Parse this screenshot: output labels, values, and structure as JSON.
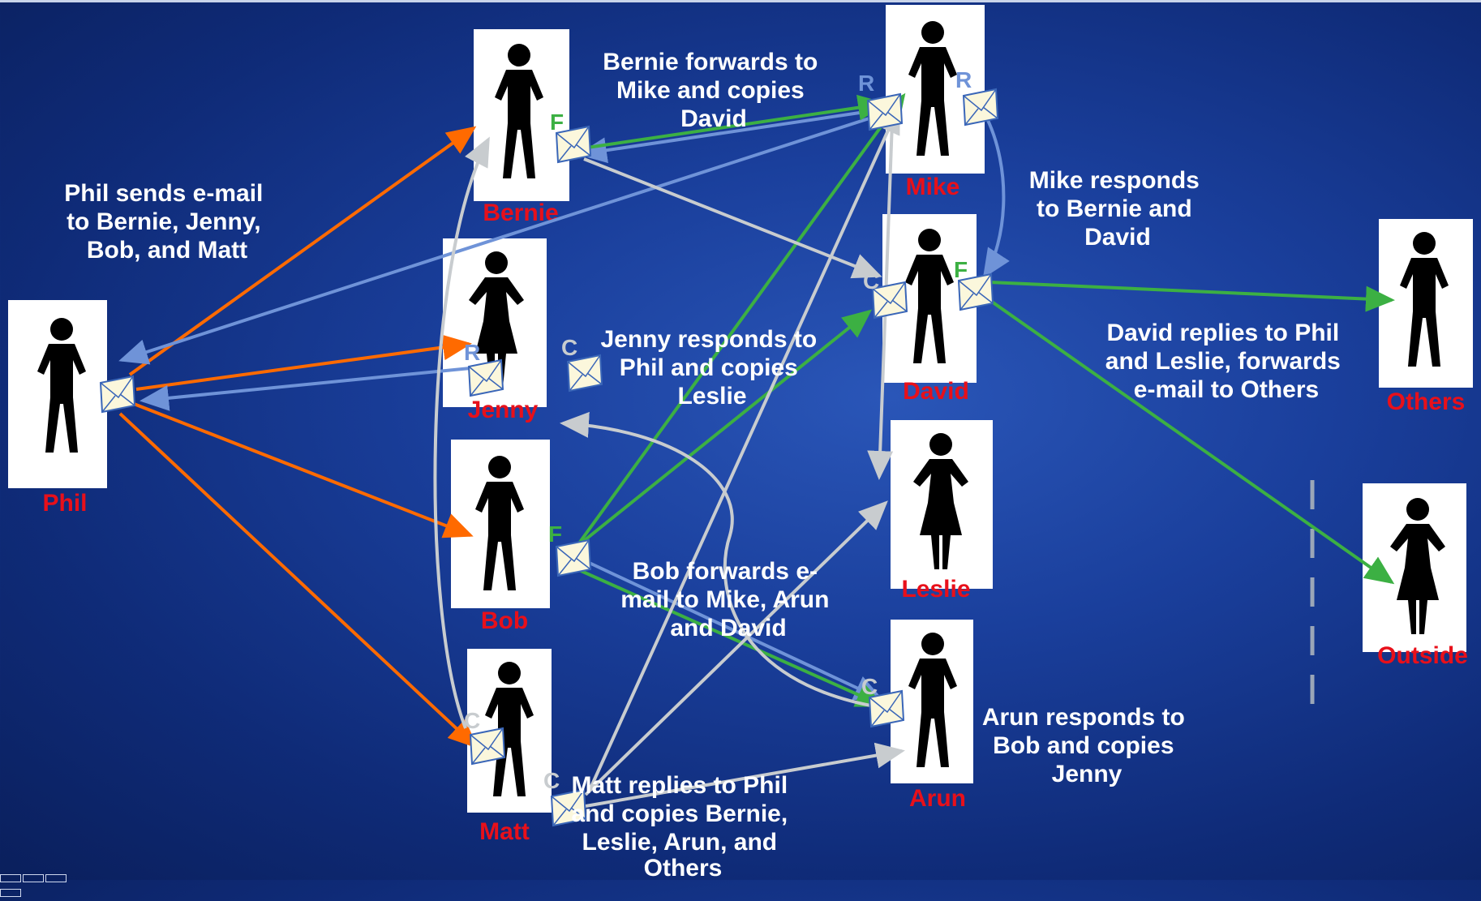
{
  "people": {
    "phil": "Phil",
    "bernie": "Bernie",
    "jenny": "Jenny",
    "bob": "Bob",
    "matt": "Matt",
    "mike": "Mike",
    "david": "David",
    "leslie": "Leslie",
    "arun": "Arun",
    "others": "Others",
    "outside": "Outside"
  },
  "captions": {
    "phil_sends": [
      "Phil sends e-mail",
      "to Bernie, Jenny,",
      "Bob, and Matt"
    ],
    "bernie_forwards": [
      "Bernie forwards to",
      "Mike and copies",
      "David"
    ],
    "mike_responds": [
      "Mike responds",
      "to Bernie and",
      "David"
    ],
    "jenny_responds": [
      "Jenny responds to",
      "Phil and copies",
      "Leslie"
    ],
    "david_replies": [
      "David replies to Phil",
      "and Leslie, forwards",
      "e-mail to Others"
    ],
    "bob_forwards": [
      "Bob forwards e-",
      "mail to Mike, Arun",
      "and David"
    ],
    "arun_responds": [
      "Arun responds to",
      "Bob and copies",
      "Jenny"
    ],
    "matt_replies": [
      "Matt replies to Phil",
      "and copies Bernie,",
      "Leslie, Arun, and",
      "Others"
    ]
  },
  "badges": {
    "bernie_f": "F",
    "mike_r1": "R",
    "mike_r2": "R",
    "david_c": "C",
    "david_f": "F",
    "jenny_r": "R",
    "jenny_c": "C",
    "bob_f": "F",
    "matt_c1": "C",
    "matt_c2": "C",
    "arun_c": "C"
  },
  "colors": {
    "send": "#ff6a00",
    "forward": "#3cb043",
    "respond": "#6f93d8",
    "copy": "#c8cccf",
    "name": "#e8101a",
    "caption": "#ffffff"
  }
}
